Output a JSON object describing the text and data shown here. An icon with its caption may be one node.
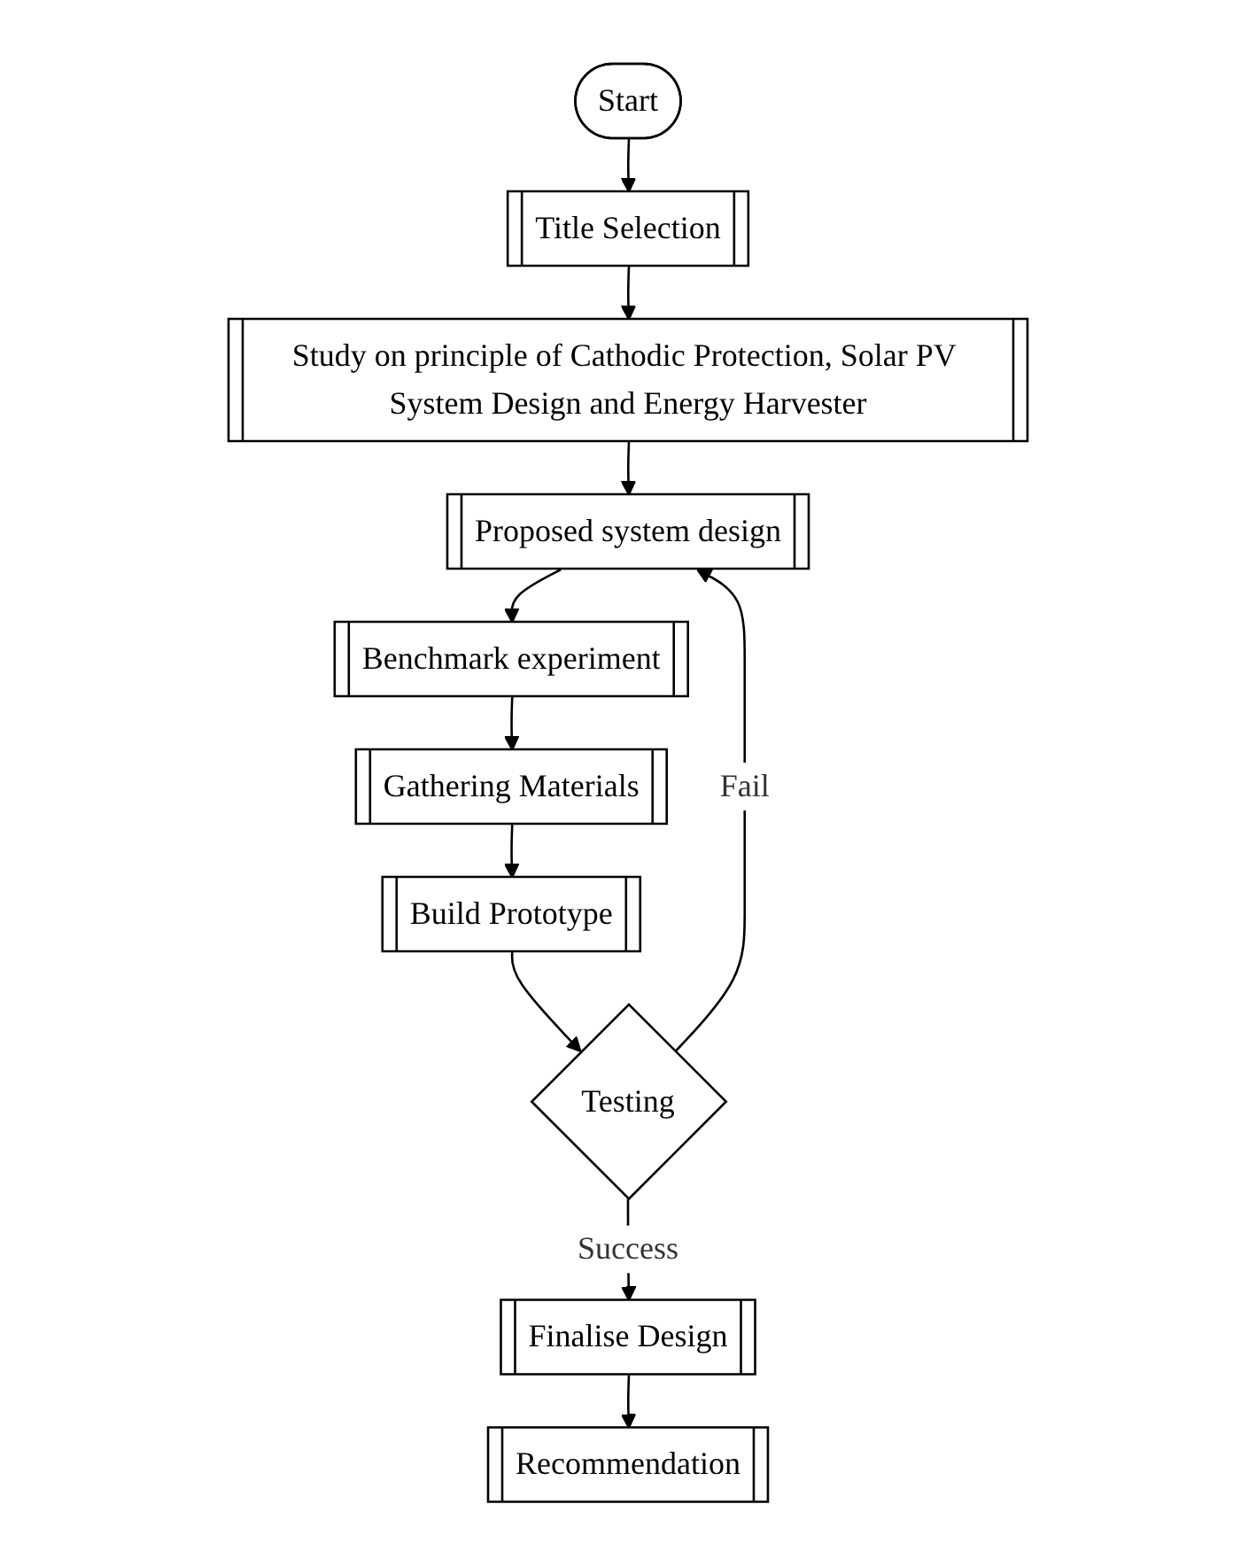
{
  "diagram": {
    "nodes": [
      {
        "text": [
          "Start"
        ]
      },
      {
        "text": [
          "Title Selection"
        ]
      },
      {
        "text": [
          "Study on principle of Cathodic Protection, Solar PV System Design and Energy Harvester"
        ]
      },
      {
        "text": [
          "Proposed system design"
        ]
      },
      {
        "text": [
          "Benchmark experiment"
        ]
      },
      {
        "text": [
          "Gathering Materials"
        ]
      },
      {
        "text": [
          "Build Prototype"
        ]
      },
      {
        "text": [
          "Testing"
        ]
      },
      {
        "text": [
          "Finalise Design"
        ]
      },
      {
        "text": [
          "Recommendation"
        ]
      }
    ],
    "edges": [
      {
        "from": 0,
        "to": 1,
        "arrow": "to"
      },
      {
        "from": 1,
        "to": 2,
        "arrow": "to"
      },
      {
        "from": 2,
        "to": 3,
        "arrow": "to"
      },
      {
        "from": 3,
        "to": 4,
        "arrow": "to"
      },
      {
        "from": 4,
        "to": 5,
        "arrow": "to"
      },
      {
        "from": 5,
        "to": 6,
        "arrow": "to"
      },
      {
        "from": 6,
        "to": 7,
        "arrow": "to"
      },
      {
        "from": 7,
        "to": 8,
        "label": "Success",
        "arrow": "to"
      },
      {
        "from": 8,
        "to": 9,
        "arrow": "to"
      },
      {
        "from": 7,
        "to": 3,
        "label": "Fail",
        "arrow": "to"
      }
    ]
  }
}
